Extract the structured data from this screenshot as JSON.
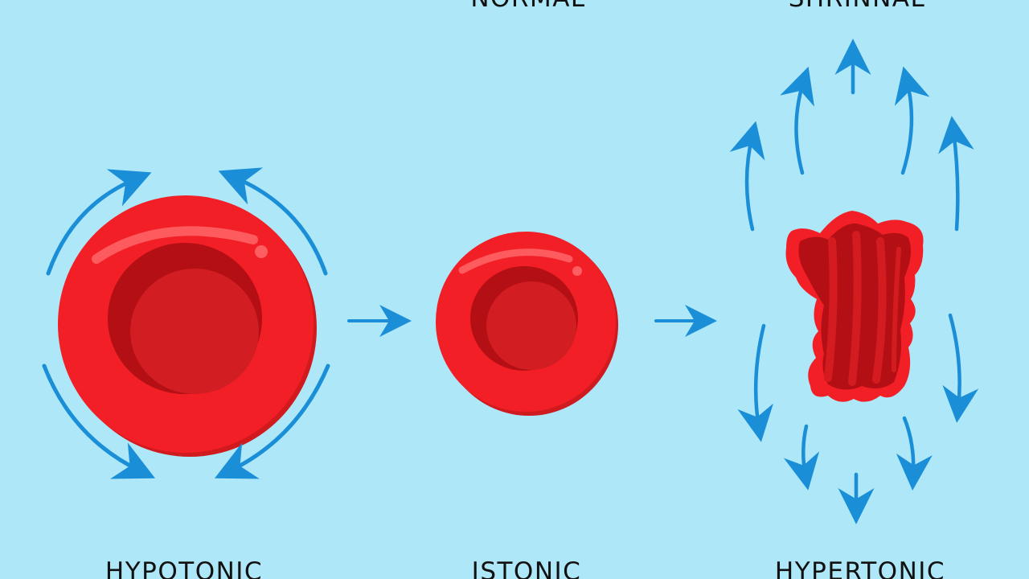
{
  "labels": {
    "top_middle": "NORMAL",
    "top_right": "SHRINNAL",
    "bottom_left": "HYPOTONIC",
    "bottom_middle": "ISTONIC",
    "bottom_right": "HYPERTONIC"
  },
  "colors": {
    "background": "#ade7f8",
    "cell_light": "#f21d24",
    "cell_dark": "#b50d12",
    "cell_inner": "#d41c20",
    "highlight": "#ff5c5f",
    "arrow": "#1a8fd8",
    "text": "#111111"
  },
  "icons": {
    "swollen_cell": "swollen-red-blood-cell",
    "normal_cell": "normal-red-blood-cell",
    "shrunken_cell": "shrunken-red-blood-cell",
    "arrows": "water-flow-arrows"
  }
}
